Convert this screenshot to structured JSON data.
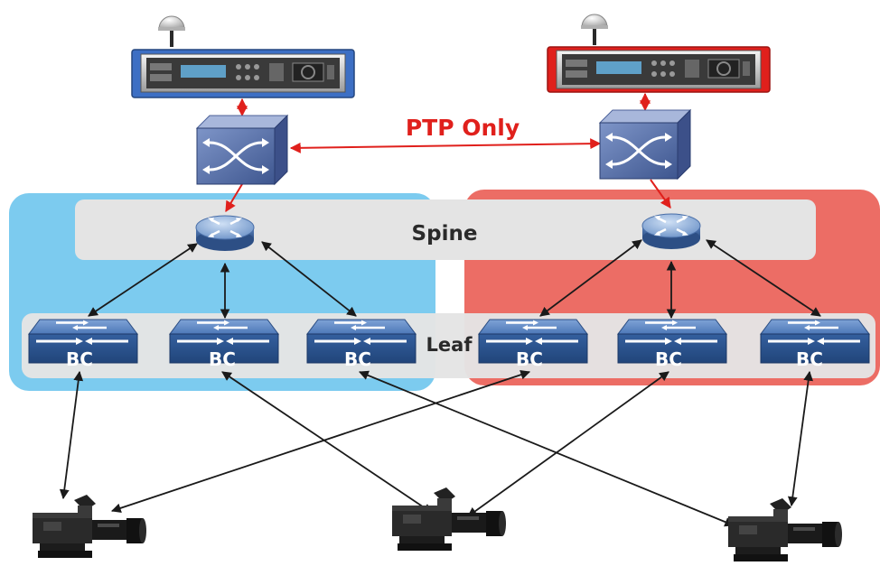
{
  "labels": {
    "ptp_link": "PTP Only",
    "spine": "Spine",
    "leaf": "Leaf"
  },
  "leaf_switches": [
    {
      "label": "BC"
    },
    {
      "label": "BC"
    },
    {
      "label": "BC"
    },
    {
      "label": "BC"
    },
    {
      "label": "BC"
    },
    {
      "label": "BC"
    }
  ],
  "colors": {
    "blue_domain": "#7ccbef",
    "red_domain": "#ec6d65",
    "spine_band": "#e4e4e4",
    "leaf_band": "#e4e4e4",
    "ptp_link": "#e0201c",
    "grandmaster_blue": "#3d6fc4",
    "grandmaster_red": "#e0201c",
    "switch_blue": "#2f5f9e",
    "connection": "#1a1a1a"
  },
  "icons": {
    "grandmaster": "rack-grandmaster-clock-icon",
    "gps_antenna": "gps-antenna-icon",
    "ptp_switch": "ptp-switch-icon",
    "spine_router": "spine-router-icon",
    "leaf_switch": "boundary-clock-switch-icon",
    "camera": "broadcast-camera-icon"
  }
}
